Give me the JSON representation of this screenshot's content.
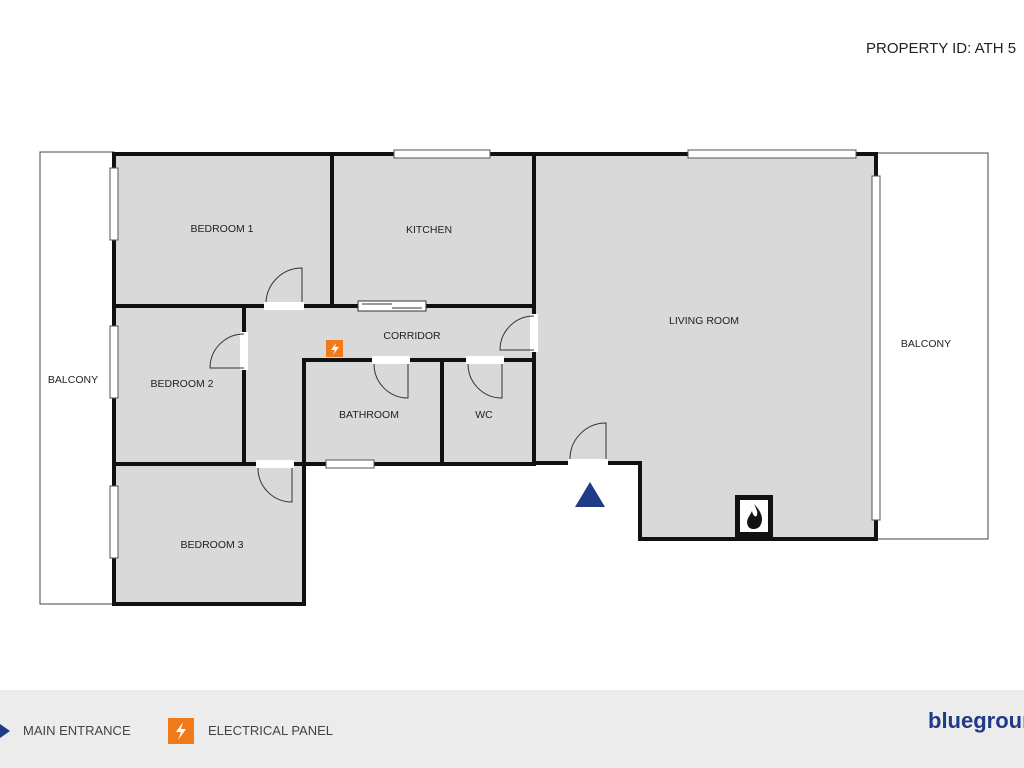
{
  "header": {
    "property_id": "PROPERTY ID: ATH 5"
  },
  "rooms": {
    "bedroom1": "BEDROOM 1",
    "kitchen": "KITCHEN",
    "living_room": "LIVING ROOM",
    "corridor": "CORRIDOR",
    "bedroom2": "BEDROOM 2",
    "bathroom": "BATHROOM",
    "wc": "WC",
    "bedroom3": "BEDROOM 3",
    "balcony_left": "BALCONY",
    "balcony_right": "BALCONY"
  },
  "legend": {
    "main_entrance": "MAIN ENTRANCE",
    "electrical_panel": "ELECTRICAL PANEL",
    "brand": "bluegroun"
  },
  "icons": {
    "entrance": "triangle-icon",
    "electrical": "electrical-panel-icon",
    "fireplace": "fireplace-icon"
  },
  "colors": {
    "room_fill": "#d9d9d9",
    "wall": "#111111",
    "entrance": "#1f3a86",
    "electrical": "#f07a1a",
    "brand": "#1f3a86",
    "legend_bg": "#ececec"
  }
}
